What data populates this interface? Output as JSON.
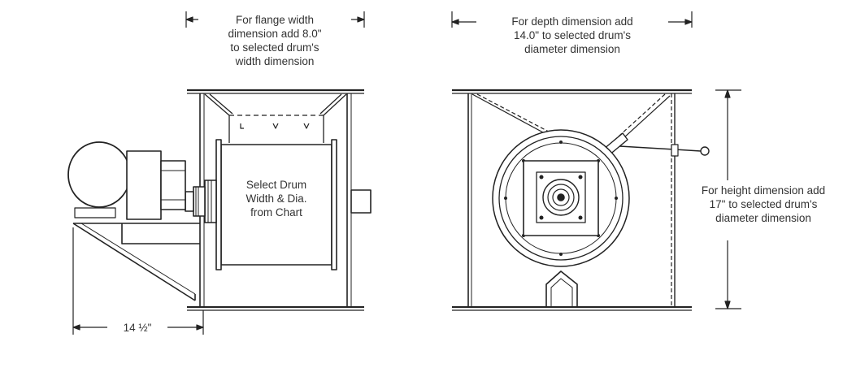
{
  "labels": {
    "flange": [
      "For flange width",
      "dimension add 8.0\"",
      "to selected drum's",
      "width dimension"
    ],
    "depth": [
      "For depth dimension add",
      "14.0\" to selected drum's",
      "diameter dimension"
    ],
    "height": [
      "For height dimension add",
      "17\" to selected drum's",
      "diameter dimension"
    ],
    "drum": [
      "Select Drum",
      "Width & Dia.",
      "from Chart"
    ],
    "base": "14 ½\""
  },
  "colors": {
    "line": "#222222",
    "text": "#333333",
    "drum_fill": "#f2f2f2"
  }
}
